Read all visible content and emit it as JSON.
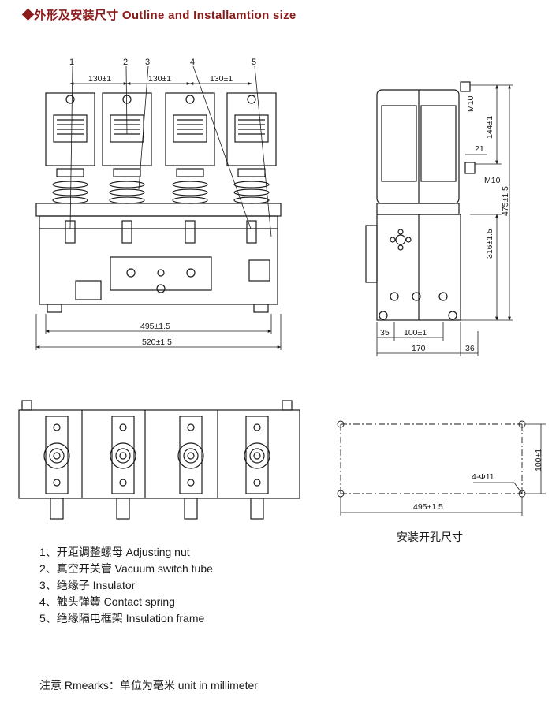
{
  "title": "◆外形及安装尺寸 Outline and Installamtion size",
  "front_view": {
    "leaders": [
      "1",
      "2",
      "3",
      "4",
      "5"
    ],
    "pitch": [
      "130±1",
      "130±1",
      "130±1"
    ],
    "width_inner": "495±1.5",
    "width_outer": "520±1.5"
  },
  "side_view": {
    "bolt_top": "M10",
    "bolt_bottom": "M10",
    "dim_144": "144±1",
    "dim_21": "21",
    "dim_475": "475±1.5",
    "dim_316": "316±1.5",
    "dim_35": "35",
    "dim_100": "100±1",
    "dim_170": "170",
    "dim_36": "36"
  },
  "mounting": {
    "holes": "4-Φ11",
    "height": "100±1",
    "width": "495±1.5",
    "caption": "安装开孔尺寸"
  },
  "legend": [
    "1、开距调整螺母 Adjusting nut",
    "2、真空开关管 Vacuum switch tube",
    "3、绝缘子 Insulator",
    "4、触头弹簧 Contact spring",
    "5、绝缘隔电框架 Insulation frame"
  ],
  "note": "注意 Rmearks：单位为毫米 unit in millimeter"
}
